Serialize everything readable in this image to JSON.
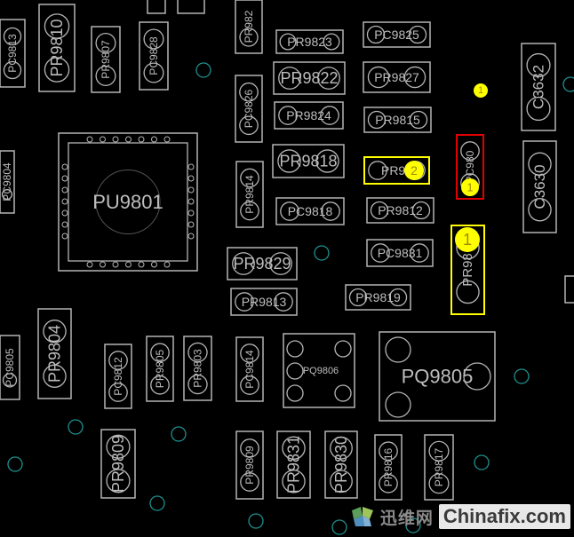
{
  "components": [
    {
      "label": "PC9813"
    },
    {
      "label": "PR9810"
    },
    {
      "label": "PR9807"
    },
    {
      "label": "PC9828"
    },
    {
      "label": "PR982"
    },
    {
      "label": "PR9823"
    },
    {
      "label": "PC9825"
    },
    {
      "label": "PR9822"
    },
    {
      "label": "PR9827"
    },
    {
      "label": "C3632"
    },
    {
      "label": "PC9826"
    },
    {
      "label": "PR9824"
    },
    {
      "label": "PR9815"
    },
    {
      "label": "PC9804"
    },
    {
      "label": "PU9801"
    },
    {
      "label": "PR9818"
    },
    {
      "label": "PR98"
    },
    {
      "label": "PC980"
    },
    {
      "label": "C3630"
    },
    {
      "label": "PR9814"
    },
    {
      "label": "PC9818"
    },
    {
      "label": "PR9812"
    },
    {
      "label": "PR9829"
    },
    {
      "label": "PC9831"
    },
    {
      "label": "PR98"
    },
    {
      "label": "PR9813"
    },
    {
      "label": "PR9819"
    },
    {
      "label": "PR9804"
    },
    {
      "label": "PC9805"
    },
    {
      "label": "PC9812"
    },
    {
      "label": "PR9805"
    },
    {
      "label": "PR9803"
    },
    {
      "label": "PC9814"
    },
    {
      "label": "PQ9806"
    },
    {
      "label": "PQ9805"
    },
    {
      "label": "PR9809"
    },
    {
      "label": "PR9809"
    },
    {
      "label": "PR9831"
    },
    {
      "label": "PR9830"
    },
    {
      "label": "PR9816"
    },
    {
      "label": "PR9817"
    }
  ],
  "markers": [
    "1",
    "2",
    "1",
    "1"
  ],
  "watermark": {
    "cn": "迅维网",
    "en": "Chinafix.com"
  },
  "colors": {
    "background": "#000000",
    "outline": "#b4b4b4",
    "via": "#1f8f8f",
    "marker": "#ffff00",
    "highlight_yellow": "#ffff00",
    "highlight_red": "#e00000"
  }
}
